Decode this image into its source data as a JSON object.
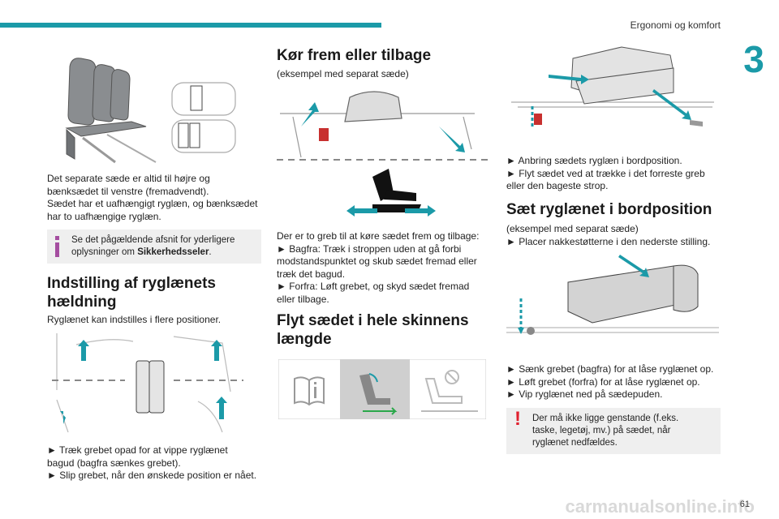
{
  "header": {
    "title": "Ergonomi og komfort",
    "chapter": "3"
  },
  "col1": {
    "intro": [
      "Det separate sæde er altid til højre og",
      "bænksædet til venstre (fremadvendt).",
      "Sædet har et uafhængigt ryglæn, og bænksædet",
      "har to uafhængige ryglæn."
    ],
    "info_line1": "Se det pågældende afsnit for yderligere",
    "info_line2_pre": "oplysninger om ",
    "info_line2_bold": "Sikkerhedsseler",
    "info_line2_post": ".",
    "heading1_l1": "Indstilling af ryglænets",
    "heading1_l2": "hældning",
    "text1": "Ryglænet kan indstilles i flere positioner.",
    "steps": [
      "► Træk grebet opad for at vippe ryglænet",
      "bagud (bagfra sænkes grebet).",
      "► Slip grebet, når den ønskede position er nået."
    ]
  },
  "col2": {
    "heading": "Kør frem eller tilbage",
    "sub": "(eksempel med separat sæde)",
    "text": [
      "Der er to greb til at køre sædet frem og tilbage:",
      "► Bagfra: Træk i stroppen uden at gå forbi",
      "modstandspunktet og skub sædet fremad eller",
      "træk det bagud.",
      "► Forfra: Løft grebet, og skyd sædet fremad",
      "eller tilbage."
    ],
    "heading2_l1": "Flyt sædet i hele skinnens",
    "heading2_l2": "længde"
  },
  "col3": {
    "steps1": [
      "► Anbring sædets ryglæn i bordposition.",
      "► Flyt sædet ved at trække i det forreste greb",
      "eller den bageste strop."
    ],
    "heading": "Sæt ryglænet i bordposition",
    "sub": "(eksempel med separat sæde)",
    "sub2": "► Placer nakkestøtterne i den nederste stilling.",
    "steps2": [
      "► Sænk grebet (bagfra) for at låse ryglænet op.",
      "► Løft grebet (forfra) for at låse ryglænet op.",
      "► Vip ryglænet ned på sædepuden."
    ],
    "warn": [
      "Der må ikke ligge genstande (f.eks.",
      "taske, legetøj, mv.) på sædet, når",
      "ryglænet nedfældes."
    ]
  },
  "footer": {
    "page": "61",
    "watermark": "carmanualsonline.info"
  },
  "colors": {
    "accent": "#1b9aa8",
    "warning": "#e0202e",
    "grey_box": "#efefef"
  }
}
